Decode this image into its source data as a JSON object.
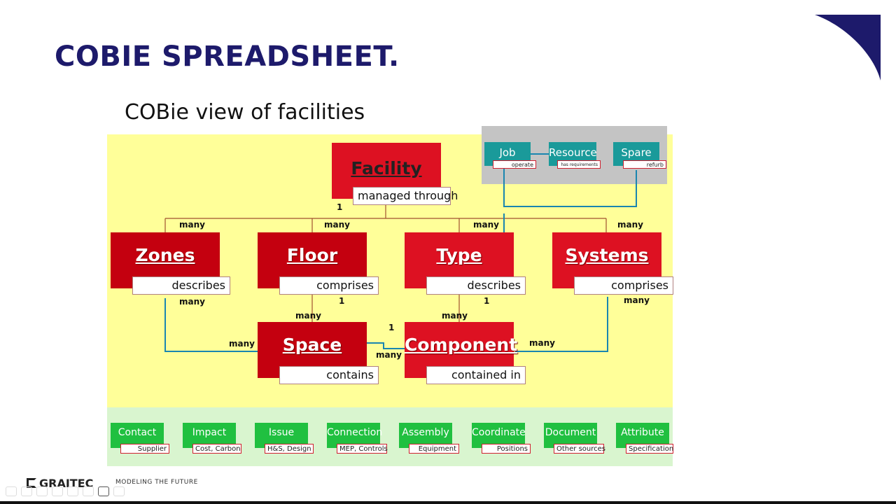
{
  "slide": {
    "title": "COBIE SPREADSHEET."
  },
  "diagram": {
    "title": "COBie view of facilities",
    "facility": {
      "name": "Facility",
      "relation": "managed through",
      "card_below": "1"
    },
    "entities": [
      {
        "name": "Zones",
        "relation": "describes",
        "card_top": "many",
        "card_bottom": "many"
      },
      {
        "name": "Floor",
        "relation": "comprises",
        "card_top": "many",
        "card_bottom": "1"
      },
      {
        "name": "Type",
        "relation": "describes",
        "card_top": "many",
        "card_bottom": "1"
      },
      {
        "name": "Systems",
        "relation": "comprises",
        "card_top": "many",
        "card_bottom": "many"
      }
    ],
    "space": {
      "name": "Space",
      "relation": "contains",
      "card_top": "many",
      "card_left": "many"
    },
    "component": {
      "name": "Component",
      "relation": "contained in",
      "card_top": "many",
      "card_right": "many",
      "card_link_top": "1",
      "card_link_bottom": "many"
    },
    "operations": [
      {
        "name": "Job",
        "sub": "operate"
      },
      {
        "name": "Resource",
        "sub": "has requirements"
      },
      {
        "name": "Spare",
        "sub": "refurb"
      }
    ],
    "footer": [
      {
        "name": "Contact",
        "sub": "Supplier"
      },
      {
        "name": "Impact",
        "sub": "Cost, Carbon"
      },
      {
        "name": "Issue",
        "sub": "H&S, Design"
      },
      {
        "name": "Connection",
        "sub": "MEP, Controls"
      },
      {
        "name": "Assembly",
        "sub": "Equipment"
      },
      {
        "name": "Coordinate",
        "sub": "Positions"
      },
      {
        "name": "Document",
        "sub": "Other sources"
      },
      {
        "name": "Attribute",
        "sub": "Specification"
      }
    ]
  },
  "branding": {
    "logo": "GRAITEC",
    "tagline": "MODELING THE FUTURE"
  },
  "colors": {
    "title": "#1d1a6b",
    "entity": "#dd1122",
    "diagram_bg": "#ffff99",
    "footer_bg": "#d9f5cf",
    "teal": "#1a9a9a",
    "green": "#20c040"
  }
}
